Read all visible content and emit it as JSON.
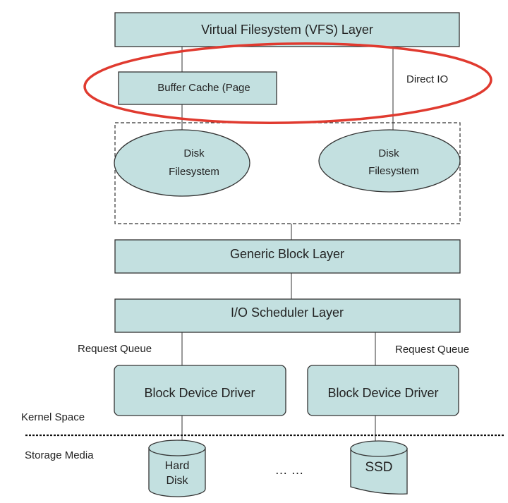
{
  "diagram": {
    "vfs_layer": "Virtual Filesystem (VFS) Layer",
    "buffer_cache": "Buffer Cache (Page",
    "direct_io": "Direct IO",
    "disk_fs_left": [
      "Disk",
      "Filesystem"
    ],
    "disk_fs_right": [
      "Disk",
      "Filesystem"
    ],
    "generic_block_layer": "Generic Block Layer",
    "io_scheduler_layer": "I/O Scheduler Layer",
    "request_queue_left": "Request Queue",
    "request_queue_right": "Request Queue",
    "block_driver_left": "Block Device Driver",
    "block_driver_right": "Block Device Driver",
    "kernel_space": "Kernel Space",
    "storage_media": "Storage Media",
    "hard_disk": [
      "Hard",
      "Disk"
    ],
    "ellipsis": "… …",
    "ssd": "SSD",
    "colors": {
      "box_fill": "#c3e0e0",
      "highlight": "#e03a2f"
    }
  }
}
